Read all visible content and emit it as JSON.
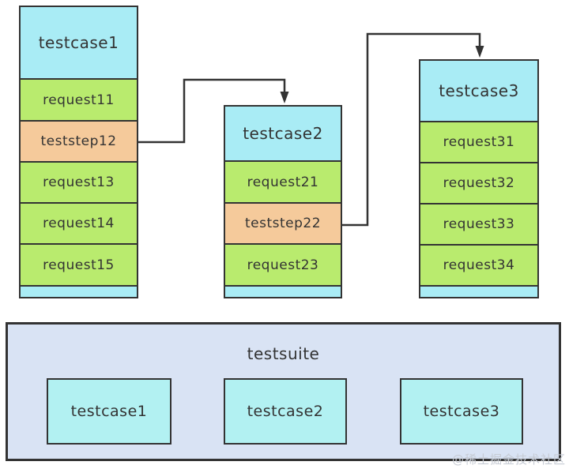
{
  "colors": {
    "header_fill": "#a9ecf5",
    "request_fill": "#b9eb6e",
    "teststep_fill": "#f5ca9b",
    "suite_fill": "#d9e3f4",
    "suite_item_fill": "#b2f1f2",
    "border": "#333333",
    "arrow": "#333333",
    "text": "#333333",
    "watermark": "#c6cbd4"
  },
  "testcases": [
    {
      "title": "testcase1",
      "rows": [
        {
          "label": "request11",
          "type": "request"
        },
        {
          "label": "teststep12",
          "type": "teststep"
        },
        {
          "label": "request13",
          "type": "request"
        },
        {
          "label": "request14",
          "type": "request"
        },
        {
          "label": "request15",
          "type": "request"
        }
      ]
    },
    {
      "title": "testcase2",
      "rows": [
        {
          "label": "request21",
          "type": "request"
        },
        {
          "label": "teststep22",
          "type": "teststep"
        },
        {
          "label": "request23",
          "type": "request"
        }
      ]
    },
    {
      "title": "testcase3",
      "rows": [
        {
          "label": "request31",
          "type": "request"
        },
        {
          "label": "request32",
          "type": "request"
        },
        {
          "label": "request33",
          "type": "request"
        },
        {
          "label": "request34",
          "type": "request"
        }
      ]
    }
  ],
  "arrows": [
    {
      "from": "teststep12",
      "to": "testcase2"
    },
    {
      "from": "teststep22",
      "to": "testcase3"
    }
  ],
  "testsuite": {
    "title": "testsuite",
    "items": [
      {
        "label": "testcase1"
      },
      {
        "label": "testcase2"
      },
      {
        "label": "testcase3"
      }
    ]
  },
  "watermark": "@稀土掘金技术社区"
}
